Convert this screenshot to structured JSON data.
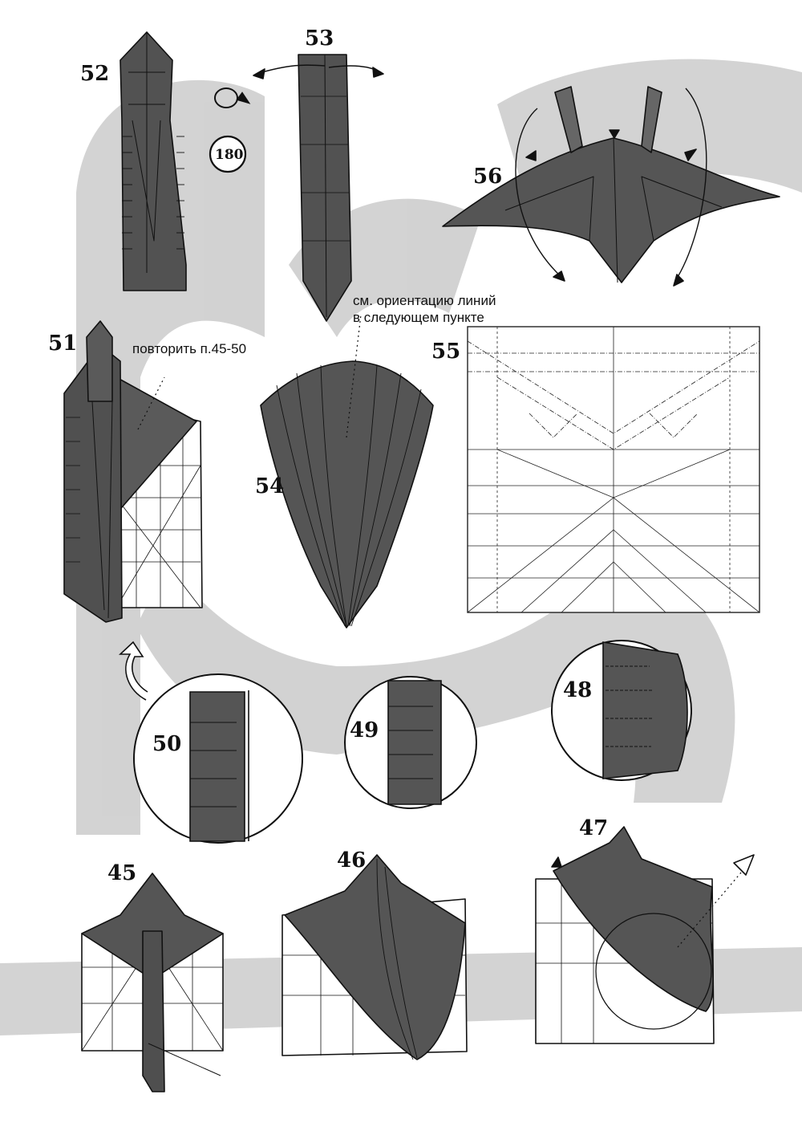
{
  "steps": {
    "s45": "45",
    "s46": "46",
    "s47": "47",
    "s48": "48",
    "s49": "49",
    "s50": "50",
    "s51": "51",
    "s52": "52",
    "s53": "53",
    "s54": "54",
    "s55": "55",
    "s56": "56"
  },
  "notes": {
    "repeat": "повторить п.45-50",
    "orient_line1": "см. ориентацию линий",
    "orient_line2": "в следующем пункте"
  },
  "symbols": {
    "rotate_180": "180",
    "turn_over_icon": "turn-over-icon",
    "rotate_icon": "rotate-180-icon"
  },
  "colors": {
    "paper_dark": "#4f4f4f",
    "paper_light": "#ffffff",
    "background_shape": "#c9c9c9",
    "line": "#111111"
  }
}
